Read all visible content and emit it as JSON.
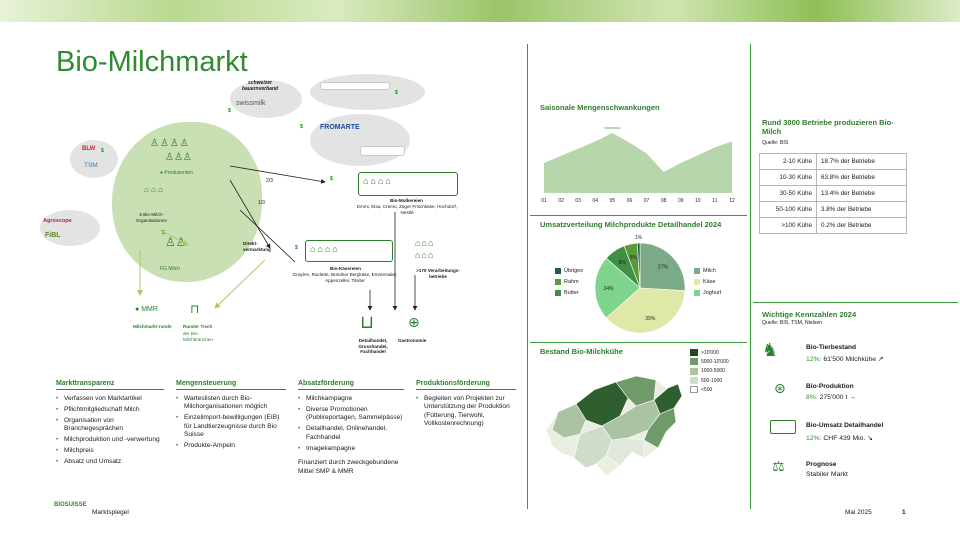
{
  "title": "Bio-Milchmarkt",
  "diagram": {
    "swiss_milk_label": "swissmilk",
    "schweizer_bauernverband": "schweizer bauernverband",
    "fromarte_label": "FROMARTE",
    "label_bls": "BLW",
    "label_tsm": "TSM",
    "label_agroscope": "Agroscope",
    "label_fibl": "FiBL",
    "produzenten": "Produzenten",
    "organisationen": "6 Bio-Milch-Organisationen",
    "fg_milch": "FG Milch",
    "ratio_2_3": "2/3",
    "ratio_1_3": "1/3",
    "molkereien_title": "Bio-Molkereien",
    "molkereien_list": "Emmi, Elsa, Cremo, Züger Frischkäse, Hochdorf, Nestlé",
    "kaesereien_title": "Bio-Käsereien",
    "kaesereien_list": "Gruyère, Raclette, Bündner Bergkäse, Emmentaler, Appenzeller, Tilsiter",
    "verarbeitung": ">170 Verarbeitungs-betriebe",
    "direktvermarktung": "Direkt-vermarktung",
    "mmr": "MMR",
    "milchmarktrunde": "Milchmarkt-runde",
    "runder_tisch_title": "Runder Tisch",
    "runder_tisch_sub": "der Bio-Milchbranchen",
    "detailhandel": "Detailhandel, Grosshandel, Fachhandel",
    "gastronomie": "Gastronomie",
    "money_symbol": "$"
  },
  "columns": [
    {
      "title": "Markttransparenz",
      "items": [
        "Verfassen von Marktartikel",
        "Pflichtmitgliedschaft Milch",
        "Organisation von Branchegesprächen",
        "Milchproduktion und -verwertung",
        "Milchpreis",
        "Absatz und Umsatz"
      ],
      "note": ""
    },
    {
      "title": "Mengensteuerung",
      "items": [
        "Warteslisten durch Bio-Milchorganisationen möglich",
        "Einzelimport-bewilligungen (EIB) für Landtierzeugnisse durch Bio Suisse",
        "Produkte-Ampeln"
      ],
      "note": ""
    },
    {
      "title": "Absatzförderung",
      "items": [
        "Milchkampagne",
        "Diverse Promotionen (Publireportagen, Sammelpässe)",
        "Detailhandel, Onlinehandel, Fachhandel",
        "Imagekampagne"
      ],
      "note": "Finanziert durch zweckgebundene Mittel SMP & MMR"
    },
    {
      "title": "Produktionsförderung",
      "items": [
        "Begleiten von Projekten zur Unterstützung der Produktion (Fütterung, Tierwohl, Vollkostenrechnung)"
      ],
      "note": ""
    }
  ],
  "footer": {
    "logo": "BIOSUISSE",
    "left": "Marktspiegel",
    "date": "Mai 2025",
    "page": "1"
  },
  "seasonal": {
    "title": "Saisonale Mengenschwankungen",
    "months": [
      "01",
      "02",
      "03",
      "04",
      "05",
      "06",
      "07",
      "08",
      "09",
      "10",
      "11",
      "12"
    ]
  },
  "pie": {
    "title": "Umsatzverteilung Milchprodukte Detailhandel 2024",
    "legend_left": [
      "Übriges",
      "Rahm",
      "Butter"
    ],
    "legend_right": [
      "Milch",
      "Käse",
      "Joghurt"
    ],
    "labels": {
      "milch": "27%",
      "kaese": "39%",
      "joghurt": "24%",
      "butter": "8%",
      "rahm": "5%",
      "uebriges": "1%"
    }
  },
  "map": {
    "title": "Bestand Bio-Milchkühe",
    "legend": [
      ">10'000",
      "5000-10'000",
      "1000-5000",
      "500-1000",
      "<500"
    ]
  },
  "betriebe": {
    "title": "Rund 3000 Betriebe produzieren Bio-Milch",
    "source": "Quelle: BIS",
    "rows": [
      {
        "range": "2-10 Kühe",
        "value": "18.7% der Betriebe"
      },
      {
        "range": "10-30 Kühe",
        "value": "63.8% der Betriebe"
      },
      {
        "range": "30-50 Kühe",
        "value": "13.4% der Betriebe"
      },
      {
        "range": "50-100 Kühe",
        "value": "3.8% der Betriebe"
      },
      {
        "range": ">100 Kühe",
        "value": "0.2% der Betriebe"
      }
    ]
  },
  "kennzahlen": {
    "title": "Wichtige Kennzahlen 2024",
    "source": "Quelle: BIS, TSM, Nielsen",
    "items": [
      {
        "label": "Bio-Tierbestand",
        "pct": "12%:",
        "value": "61'500 Milchkühe ↗"
      },
      {
        "label": "Bio-Produktion",
        "pct": "8%:",
        "value": "275'000 t →"
      },
      {
        "label": "Bio-Umsatz Detailhandel",
        "pct": "12%:",
        "value": "CHF 439 Mio. ↘"
      },
      {
        "label": "Prognose",
        "pct": "",
        "value": "Stabiler Markt"
      }
    ]
  },
  "chart_data": [
    {
      "type": "area",
      "title": "Saisonale Mengenschwankungen",
      "x": [
        "01",
        "02",
        "03",
        "04",
        "05",
        "06",
        "07",
        "08",
        "09",
        "10",
        "11",
        "12"
      ],
      "values": [
        50,
        62,
        74,
        86,
        100,
        84,
        66,
        35,
        50,
        63,
        76,
        86
      ],
      "ylim": [
        0,
        120
      ],
      "color": "#b8d6ab"
    },
    {
      "type": "pie",
      "title": "Umsatzverteilung Milchprodukte Detailhandel 2024",
      "categories": [
        "Milch",
        "Käse",
        "Joghurt",
        "Butter",
        "Rahm",
        "Übriges"
      ],
      "values": [
        27,
        39,
        24,
        8,
        5,
        1
      ],
      "colors": [
        "#7aab86",
        "#dfe8a6",
        "#7dd48a",
        "#3f8f45",
        "#5a9a3a",
        "#1f5b4a"
      ]
    }
  ]
}
